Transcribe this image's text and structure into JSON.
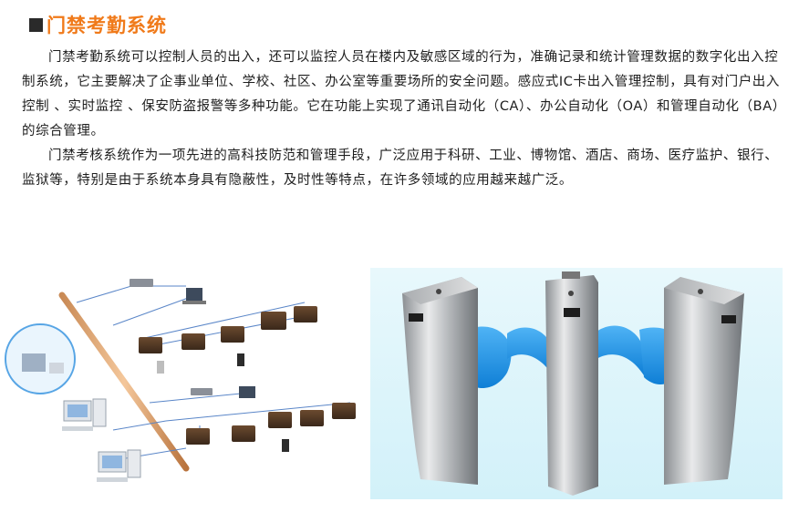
{
  "heading": {
    "title": "门禁考勤系统"
  },
  "paragraphs": [
    "门禁考勤系统可以控制人员的出入，还可以监控人员在楼内及敏感区域的行为，准确记录和统计管理数据的数字化出入控制系统，它主要解决了企事业单位、学校、社区、办公室等重要场所的安全问题。感应式IC卡出入管理控制，具有对门户出入控制 、实时监控 、保安防盗报警等多种功能。它在功能上实现了通讯自动化（CA）、办公自动化（OA）和管理自动化（BA）的综合管理。",
    "门禁考核系统作为一项先进的高科技防范和管理手段，广泛应用于科研、工业、博物馆、酒店、商场、医疗监护、银行、监狱等，特别是由于系统本身具有隐蔽性，及时性等特点，在许多领域的应用越来越广泛。"
  ],
  "colors": {
    "title": "#f07a1a",
    "flap": "#1a8fe0",
    "backdrop": "#d8f3fa"
  }
}
